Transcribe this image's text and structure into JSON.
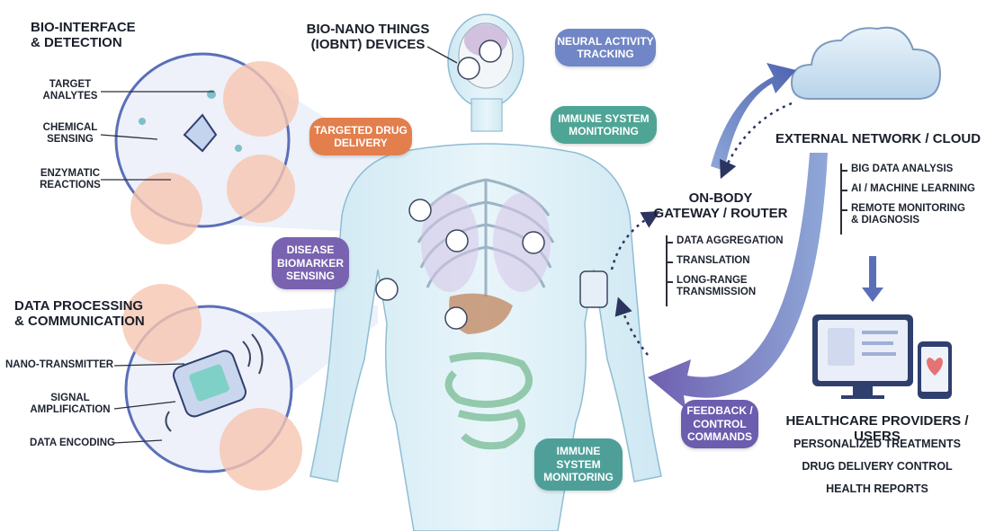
{
  "left_top": {
    "title": "BIO-INTERFACE\n& DETECTION",
    "labels": [
      "TARGET\nANALYTES",
      "CHEMICAL\nSENSING",
      "ENZYMATIC\nREACTIONS"
    ]
  },
  "left_bottom": {
    "title": "DATA PROCESSING\n& COMMUNICATION",
    "labels": [
      "NANO-TRANSMITTER",
      "SIGNAL\nAMPLIFICATION",
      "DATA ENCODING"
    ]
  },
  "body_title": "BIO-NANO THINGS\n(IoBNT) DEVICES",
  "bubbles": {
    "neural": "NEURAL ACTIVITY\nTRACKING",
    "drug": "TARGETED DRUG\nDELIVERY",
    "immune_top": "IMMUNE SYSTEM\nMONITORING",
    "disease": "DISEASE\nBIOMARKER\nSENSING",
    "immune_bottom": "IMMUNE\nSYSTEM\nMONITORING",
    "feedback": "FEEDBACK /\nCONTROL\nCOMMANDS"
  },
  "gateway": {
    "title": "ON-BODY\nGATEWAY / ROUTER",
    "items": [
      "DATA AGGREGATION",
      "TRANSLATION",
      "LONG-RANGE\nTRANSMISSION"
    ]
  },
  "cloud": {
    "title": "EXTERNAL NETWORK / CLOUD",
    "items": [
      "BIG DATA ANALYSIS",
      "AI / MACHINE LEARNING",
      "REMOTE MONITORING\n& DIAGNOSIS"
    ]
  },
  "providers": {
    "title": "HEALTHCARE PROVIDERS / USERS",
    "items": [
      "PERSONALIZED TREATMENTS",
      "DRUG DELIVERY CONTROL",
      "HEALTH REPORTS"
    ]
  },
  "colors": {
    "bubble_blue": "#6d85c4",
    "bubble_orange": "#e07f4a",
    "bubble_teal": "#4fa394",
    "bubble_purple": "#7a63b0",
    "arrow": "#5a6fb8",
    "body": "#bfe0ee"
  }
}
